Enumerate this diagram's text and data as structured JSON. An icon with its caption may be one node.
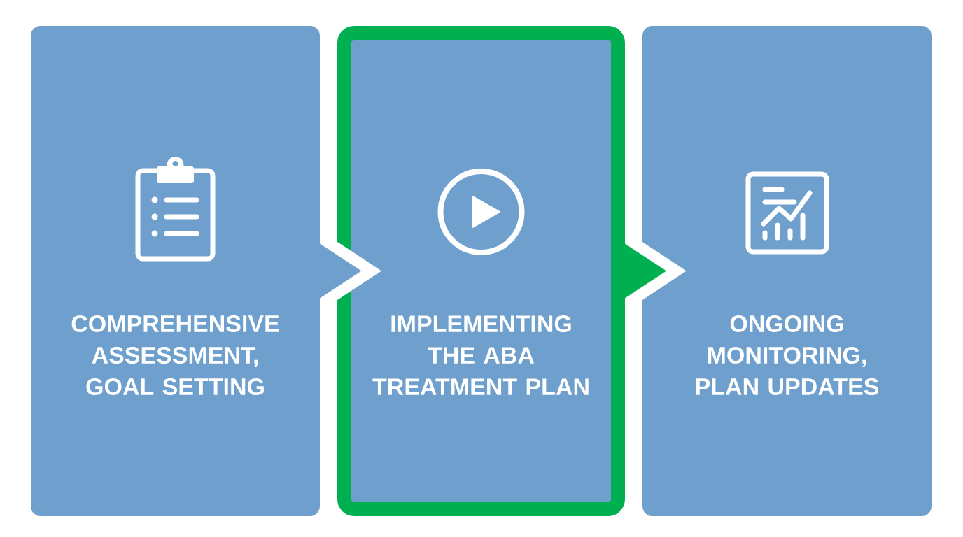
{
  "diagram": {
    "nodes": [
      {
        "text": [
          "COMPREHENSIVE ASSESSMENT, GOAL SETTING"
        ]
      },
      {
        "text": [
          "IMPLEMENTING THE ABA TREATMENT PLAN"
        ]
      },
      {
        "text": [
          "ONGOING MONITORING, PLAN UPDATES"
        ]
      }
    ],
    "edges": [
      {
        "from": 0,
        "to": 1,
        "arrow": "to"
      },
      {
        "from": 1,
        "to": 2,
        "arrow": "to",
        "color": "#00b050"
      }
    ]
  }
}
